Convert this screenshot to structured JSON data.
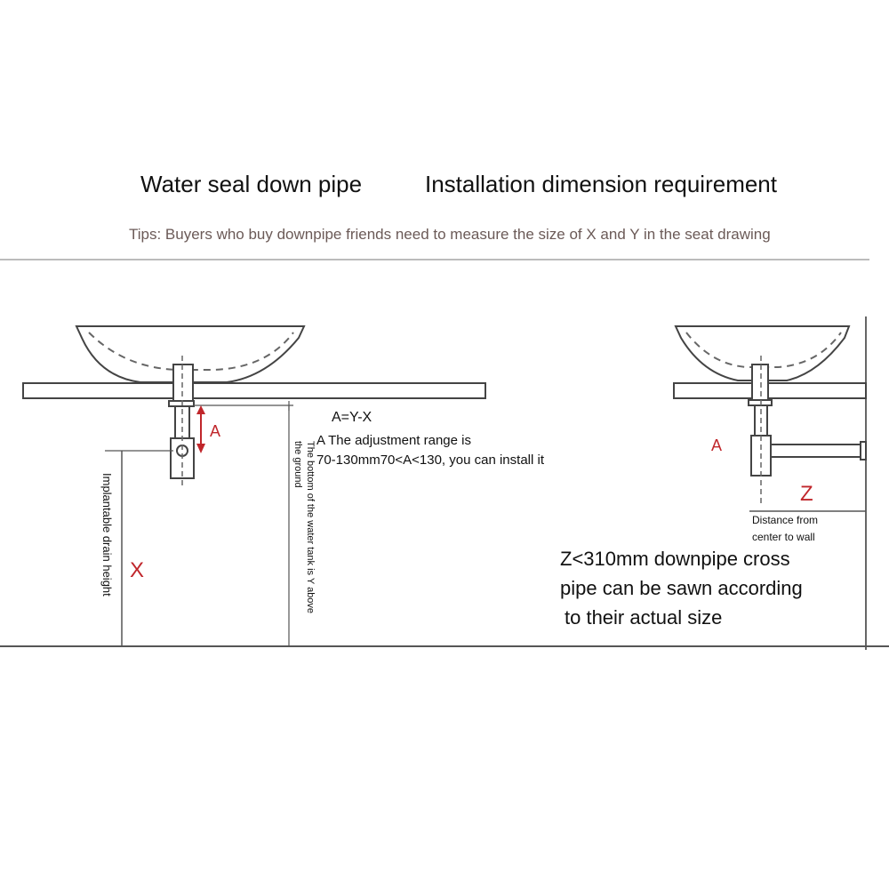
{
  "header": {
    "title_left": "Water seal down pipe",
    "title_right": "Installation dimension requirement",
    "tips": "Tips: Buyers who buy downpipe friends need to measure the size of X and Y in the seat drawing"
  },
  "left_diagram": {
    "label_a": "A",
    "label_x": "X",
    "formula": "A=Y-X",
    "adjustment_line1": "A The adjustment range is",
    "adjustment_line2": "70-130mm70<A<130, you can install it",
    "drain_height_label": "Implantable drain height",
    "tank_label_line1": "The bottom of the water tank is Y above",
    "tank_label_line2": "the ground"
  },
  "right_diagram": {
    "label_a": "A",
    "label_z": "Z",
    "distance_line1": "Distance from",
    "distance_line2": "center to wall",
    "note_line1": "Z<310mm downpipe cross",
    "note_line2": "pipe can be sawn according",
    "note_line3": "to their actual size"
  },
  "colors": {
    "accent_red": "#c0262b",
    "tips_text": "#6b5a57",
    "line": "#333333"
  }
}
